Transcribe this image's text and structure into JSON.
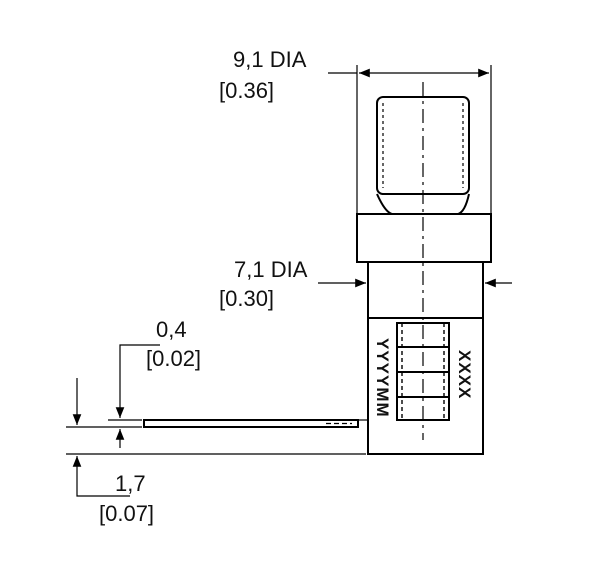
{
  "dimensions": {
    "outer_dia": {
      "mm": "9,1 DIA",
      "inch": "[0.36]"
    },
    "inner_dia": {
      "mm": "7,1 DIA",
      "inch": "[0.30]"
    },
    "lead_thickness": {
      "mm": "0,4",
      "inch": "[0.02]"
    },
    "lead_offset": {
      "mm": "1,7",
      "inch": "[0.07]"
    }
  },
  "markings": {
    "left": "YYYYMM",
    "right": "XXXX"
  }
}
